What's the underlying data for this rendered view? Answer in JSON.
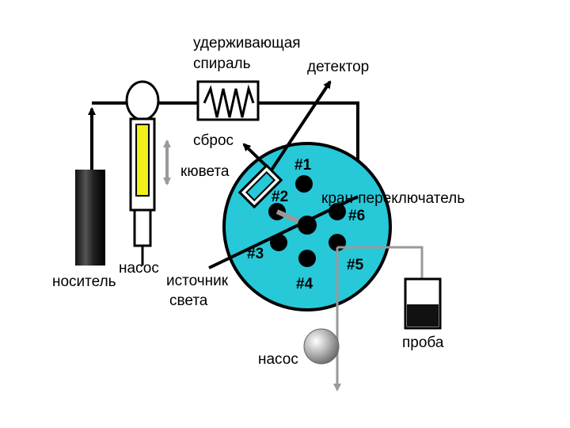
{
  "labels": {
    "holding_coil": [
      "удерживающая",
      "спираль"
    ],
    "detector": "детектор",
    "waste": "сброс",
    "cuvette": "кювета",
    "valve": "кран-переключатель",
    "carrier": "носитель",
    "pump_left": "насос",
    "light_source": [
      "источник",
      "света"
    ],
    "pump_bottom": "насос",
    "sample": "проба"
  },
  "ports": [
    "#1",
    "#2",
    "#3",
    "#4",
    "#5",
    "#6"
  ],
  "colors": {
    "valve_fill": "#27c8d8",
    "line": "#000000",
    "cuvette_yellow": "#f2ee1a",
    "arrow_gray": "#9a9a9a",
    "pump_ball": "#b8b8b8"
  }
}
